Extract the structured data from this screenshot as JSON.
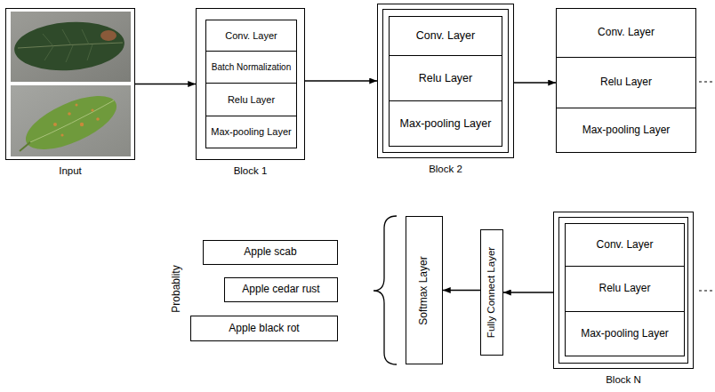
{
  "diagram": {
    "nodes": [
      {
        "text": [
          "Input"
        ]
      },
      {
        "text": [
          "Block 1"
        ]
      },
      {
        "text": [
          "Conv. Layer"
        ],
        "in": 1
      },
      {
        "text": [
          "Batch Normalization"
        ],
        "in": 1
      },
      {
        "text": [
          "Relu Layer"
        ],
        "in": 1
      },
      {
        "text": [
          "Max-pooling Layer"
        ],
        "in": 1
      },
      {
        "text": [
          "Block 2"
        ]
      },
      {
        "text": [
          "Conv. Layer"
        ],
        "in": 6
      },
      {
        "text": [
          "Relu Layer"
        ],
        "in": 6
      },
      {
        "text": [
          "Max-pooling Layer"
        ],
        "in": 6
      },
      {
        "text": [
          "Conv. Layer"
        ]
      },
      {
        "text": [
          "Relu Layer"
        ]
      },
      {
        "text": [
          "Max-pooling Layer"
        ]
      },
      {
        "text": [
          "Block N"
        ]
      },
      {
        "text": [
          "Conv. Layer"
        ],
        "in": 13
      },
      {
        "text": [
          "Relu Layer"
        ],
        "in": 13
      },
      {
        "text": [
          "Max-pooling Layer"
        ],
        "in": 13
      },
      {
        "text": [
          "Fully Connect Layer"
        ]
      },
      {
        "text": [
          "Softmax Layer"
        ]
      },
      {
        "text": [
          "Apple scab"
        ]
      },
      {
        "text": [
          "Apple cedar rust"
        ]
      },
      {
        "text": [
          "Apple black rot"
        ]
      }
    ],
    "edges": [
      {
        "from": 0,
        "to": 1,
        "arrow": "to"
      },
      {
        "from": 1,
        "to": 6,
        "arrow": "to"
      },
      {
        "from": 6,
        "to": 11,
        "arrow": "to"
      },
      {
        "from": 13,
        "to": 17,
        "arrow": "to"
      },
      {
        "from": 17,
        "to": 18,
        "arrow": "to"
      }
    ],
    "labels": [
      "Probablity"
    ]
  }
}
